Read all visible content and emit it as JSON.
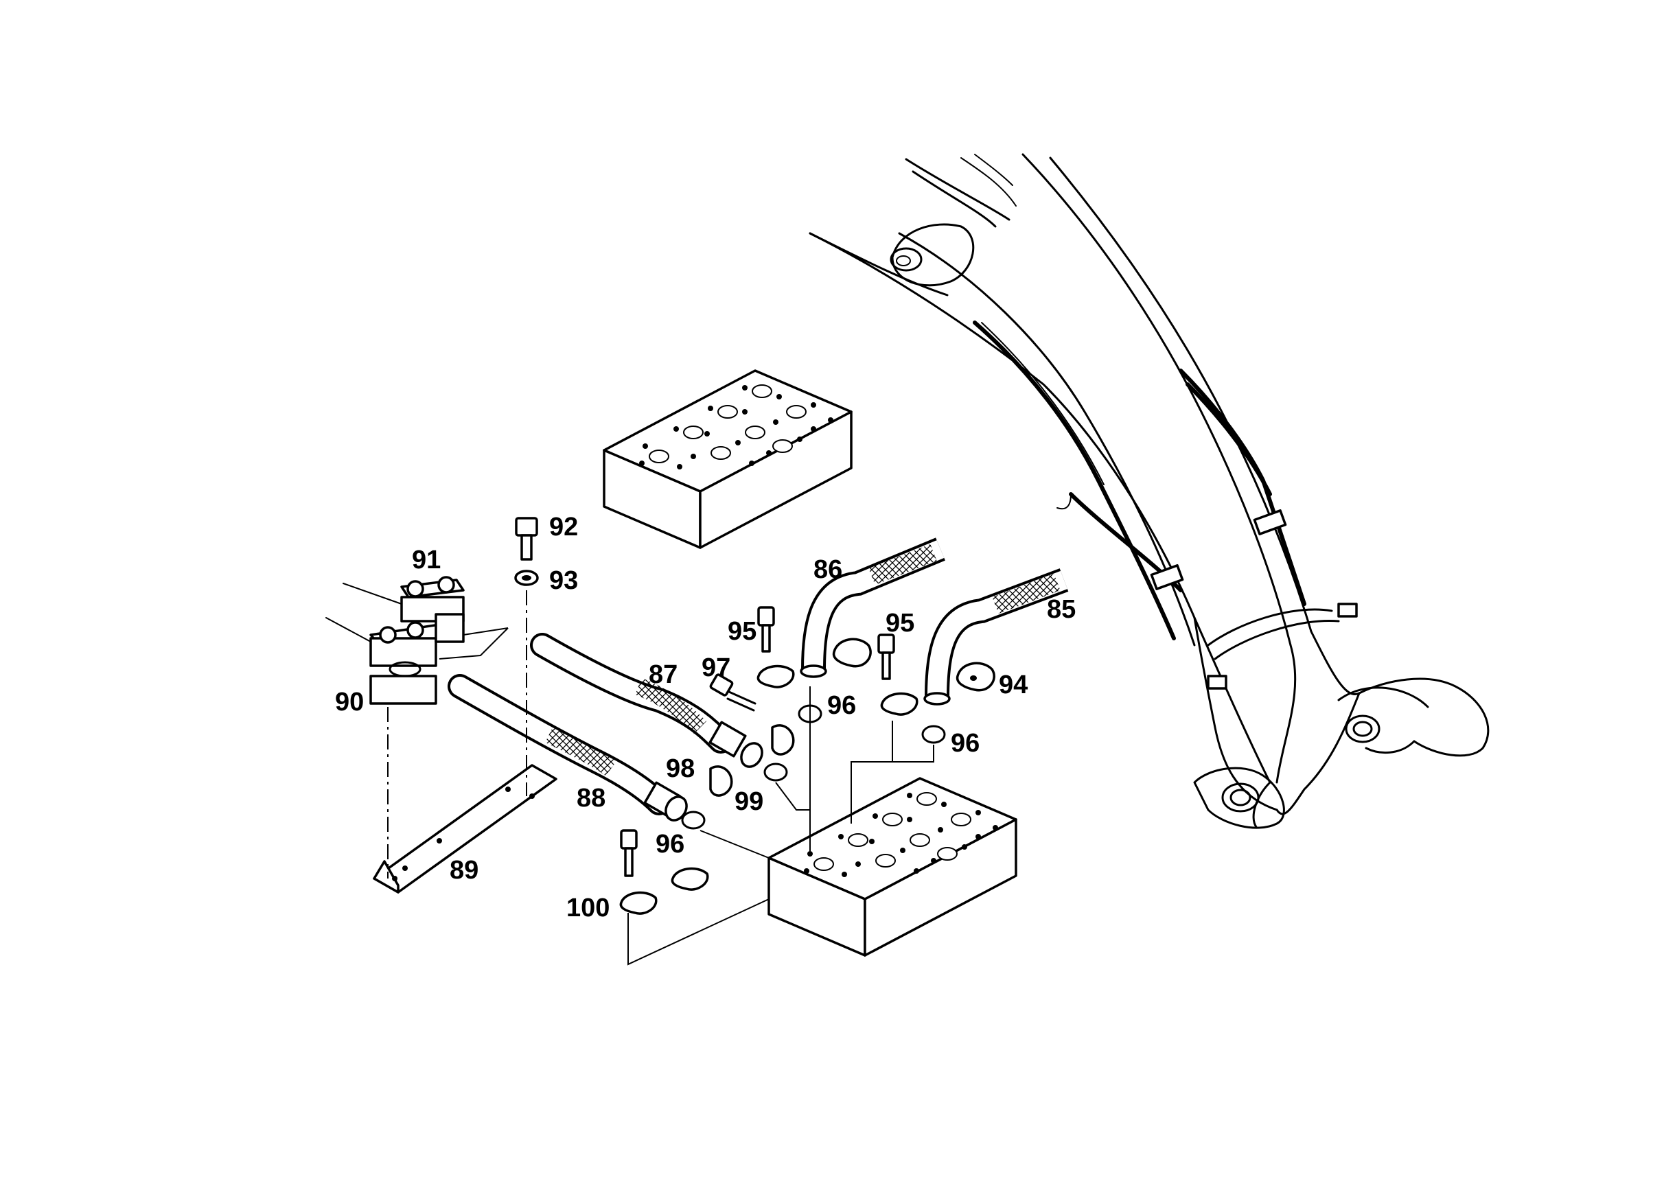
{
  "diagram": {
    "type": "exploded-parts-view",
    "callouts": [
      {
        "id": "c85",
        "label": "85"
      },
      {
        "id": "c86",
        "label": "86"
      },
      {
        "id": "c87",
        "label": "87"
      },
      {
        "id": "c88",
        "label": "88"
      },
      {
        "id": "c89",
        "label": "89"
      },
      {
        "id": "c90",
        "label": "90"
      },
      {
        "id": "c91",
        "label": "91"
      },
      {
        "id": "c92",
        "label": "92"
      },
      {
        "id": "c93",
        "label": "93"
      },
      {
        "id": "c94",
        "label": "94"
      },
      {
        "id": "c95a",
        "label": "95"
      },
      {
        "id": "c95b",
        "label": "95"
      },
      {
        "id": "c96a",
        "label": "96"
      },
      {
        "id": "c96b",
        "label": "96"
      },
      {
        "id": "c96c",
        "label": "96"
      },
      {
        "id": "c97",
        "label": "97"
      },
      {
        "id": "c98",
        "label": "98"
      },
      {
        "id": "c99",
        "label": "99"
      },
      {
        "id": "c100",
        "label": "100"
      }
    ]
  }
}
